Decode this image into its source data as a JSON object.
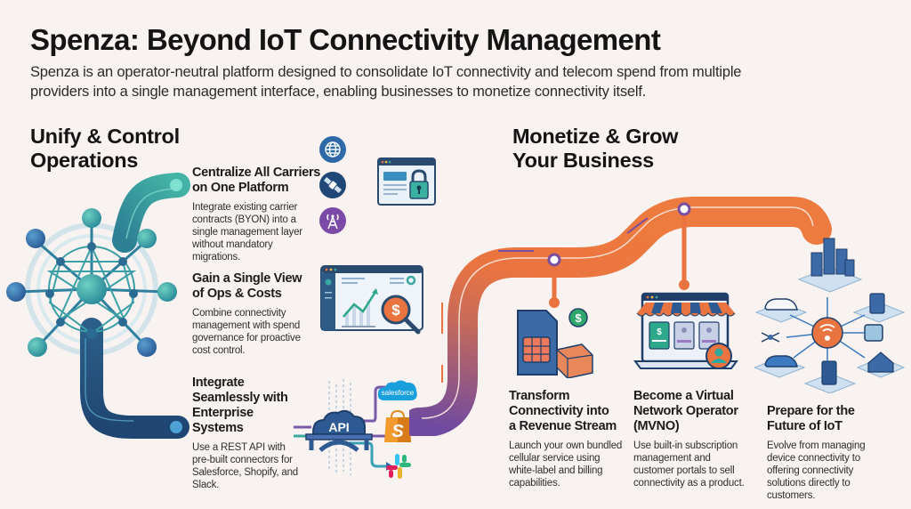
{
  "header": {
    "title": "Spenza: Beyond IoT Connectivity Management",
    "subtitle": "Spenza is an operator-neutral platform designed to consolidate IoT connectivity and telecom spend from multiple providers into a single management interface, enabling businesses to monetize connectivity itself."
  },
  "left_section": {
    "title_line1": "Unify & Control",
    "title_line2": "Operations",
    "items": [
      {
        "title_line1": "Centralize All Carriers",
        "title_line2": "on One Platform",
        "desc": "Integrate existing carrier contracts (BYON) into a single management layer without mandatory migrations.",
        "icons": [
          "globe-icon",
          "satellite-icon",
          "cell-tower-icon",
          "secure-browser-icon"
        ]
      },
      {
        "title_line1": "Gain a Single View",
        "title_line2": "of Ops & Costs",
        "desc": "Combine connectivity management with spend governance for proactive cost control.",
        "icons": [
          "dashboard-chart-icon",
          "dollar-magnifier-icon"
        ]
      },
      {
        "title_line1": "Integrate",
        "title_line2": "Seamlessly with",
        "title_line3": "Enterprise",
        "title_line4": "Systems",
        "desc": "Use a REST API with pre-built connectors for Salesforce, Shopify, and Slack.",
        "api_label": "API",
        "connectors": [
          "salesforce",
          "shopify",
          "slack"
        ],
        "salesforce_label": "salesforce",
        "shopify_label": "S"
      }
    ]
  },
  "right_section": {
    "title_line1": "Monetize & Grow",
    "title_line2": "Your Business",
    "items": [
      {
        "title_line1": "Transform",
        "title_line2": "Connectivity into",
        "title_line3": "a Revenue Stream",
        "desc": "Launch your own bundled cellular service using white-label and billing capabilities.",
        "icons": [
          "sim-card-icon",
          "dollar-bubble-icon",
          "package-icon"
        ]
      },
      {
        "title_line1": "Become a Virtual",
        "title_line2": "Network Operator",
        "title_line3": "(MVNO)",
        "desc": "Use built-in subscription management and customer portals to sell connectivity as a product.",
        "icons": [
          "storefront-laptop-icon",
          "customer-avatar-icon"
        ]
      },
      {
        "title_line1": "Prepare for the",
        "title_line2": "Future of IoT",
        "desc": "Evolve from managing device connectivity to offering connectivity solutions directly to customers.",
        "icons": [
          "iot-ecosystem-icon"
        ]
      }
    ]
  },
  "colors": {
    "background": "#f8f3f0",
    "teal": "#3aa8a0",
    "navy": "#24507a",
    "orange": "#ea7440",
    "purple": "#7a4fa0",
    "text": "#1a1a1a"
  }
}
